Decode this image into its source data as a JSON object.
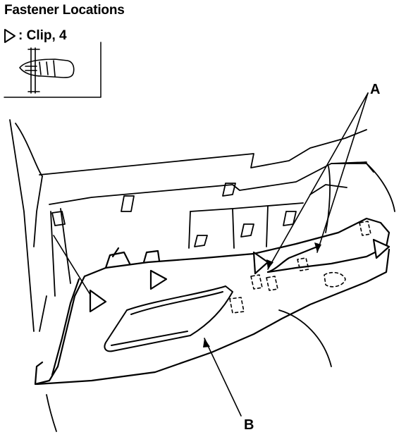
{
  "header": {
    "title": "Fastener Locations"
  },
  "legend": {
    "symbol": "triangle-marker-icon",
    "text": ": Clip, 4"
  },
  "callouts": {
    "a": "A",
    "b": "B"
  },
  "icons": [
    "triangle-marker-icon",
    "clip-icon"
  ]
}
